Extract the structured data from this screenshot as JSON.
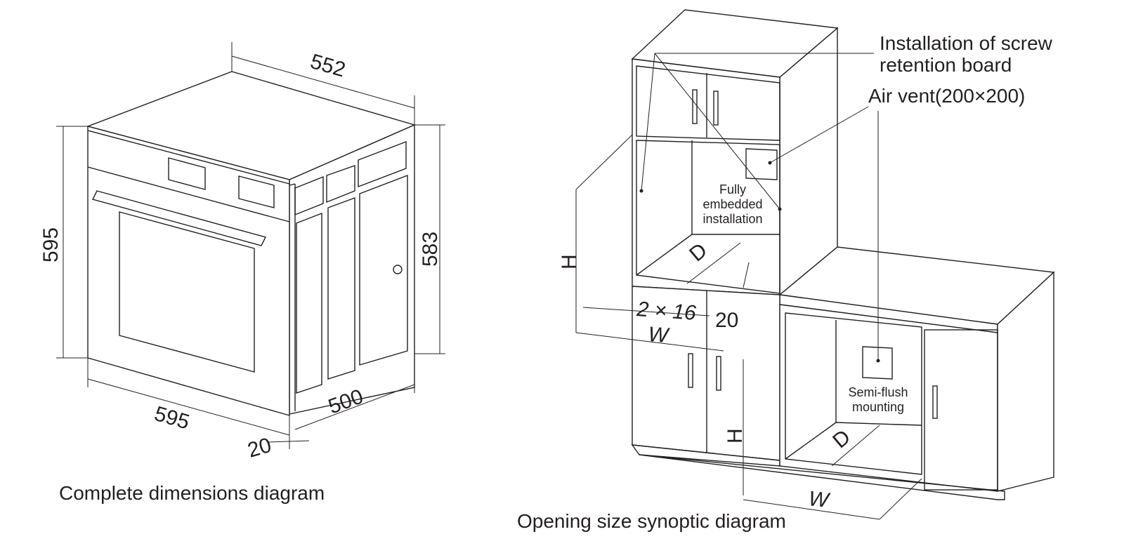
{
  "oven_diagram": {
    "caption": "Complete dimensions diagram",
    "dim_depth_top": "552",
    "dim_height_front": "595",
    "dim_height_side": "583",
    "dim_width_front": "595",
    "dim_depth_side": "500",
    "dim_front_thickness": "20"
  },
  "cabinet_diagram": {
    "caption": "Opening size synoptic diagram",
    "callout_screw_line1": "Installation of screw",
    "callout_screw_line2": "retention board",
    "callout_air_vent": "Air vent(200×200)",
    "label_fully_line1": "Fully",
    "label_fully_line2": "embedded",
    "label_fully_line3": "installation",
    "label_semi_line1": "Semi-flush",
    "label_semi_line2": "mounting",
    "upper": {
      "h": "H",
      "d": "D",
      "w": "W",
      "gap": "2 × 16",
      "offset": "20"
    },
    "lower": {
      "h": "H",
      "d": "D",
      "w": "W"
    }
  }
}
